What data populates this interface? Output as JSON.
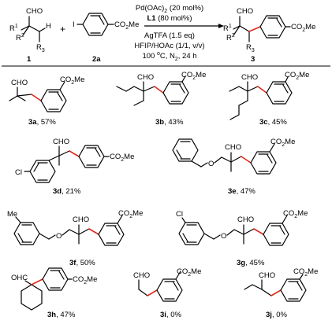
{
  "colors": {
    "new_bond": "#e0281b",
    "ink": "#000000",
    "background": "#ffffff"
  },
  "reaction": {
    "plus": "+",
    "reactant_1": {
      "number": "1",
      "atoms": {
        "cho": "CHO",
        "r1": "R",
        "r1_sub": "1",
        "r2": "R",
        "r2_sub": "2",
        "h": "H",
        "r3": "R",
        "r3_sub": "3"
      }
    },
    "reactant_2": {
      "number": "2a",
      "atoms": {
        "iodo": "I",
        "ester": "CO",
        "ester_sub": "2",
        "ester_tail": "Me"
      }
    },
    "conditions": {
      "line1": "Pd(OAc)",
      "line1_sub": "2",
      "line1_tail": " (20 mol%)",
      "line2_bold": "L1",
      "line2_tail": " (80 mol%)",
      "line3": "AgTFA (1.5 eq)",
      "line4": "HFIP/HOAc (1/1, v/v)",
      "line5": "100 ",
      "line5_sup": "o",
      "line5_tail": "C, N",
      "line5_sub": "2",
      "line5_end": ", 24 h"
    },
    "product": {
      "number": "3",
      "atoms": {
        "cho": "CHO",
        "r1": "R",
        "r1_sub": "1",
        "r2": "R",
        "r2_sub": "2",
        "r3": "R",
        "r3_sub": "3",
        "ester": "CO",
        "ester_sub": "2",
        "ester_tail": "Me"
      }
    }
  },
  "atom_labels": {
    "cho": "CHO",
    "ohc": "OHC",
    "ester": "CO",
    "ester_sub": "2",
    "ester_tail": "Me",
    "cl": "Cl",
    "o": "O",
    "me": "Me"
  },
  "products": [
    {
      "id": "3a",
      "yield": ", 57%"
    },
    {
      "id": "3b",
      "yield": ", 43%"
    },
    {
      "id": "3c",
      "yield": ", 45%"
    },
    {
      "id": "3d",
      "yield": ", 21%"
    },
    {
      "id": "3e",
      "yield": ", 47%"
    },
    {
      "id": "3f",
      "yield": ", 50%"
    },
    {
      "id": "3g",
      "yield": ", 45%"
    },
    {
      "id": "3h",
      "yield": ", 47%"
    },
    {
      "id": "3i",
      "yield": ", 0%"
    },
    {
      "id": "3j",
      "yield": ", 0%"
    }
  ]
}
